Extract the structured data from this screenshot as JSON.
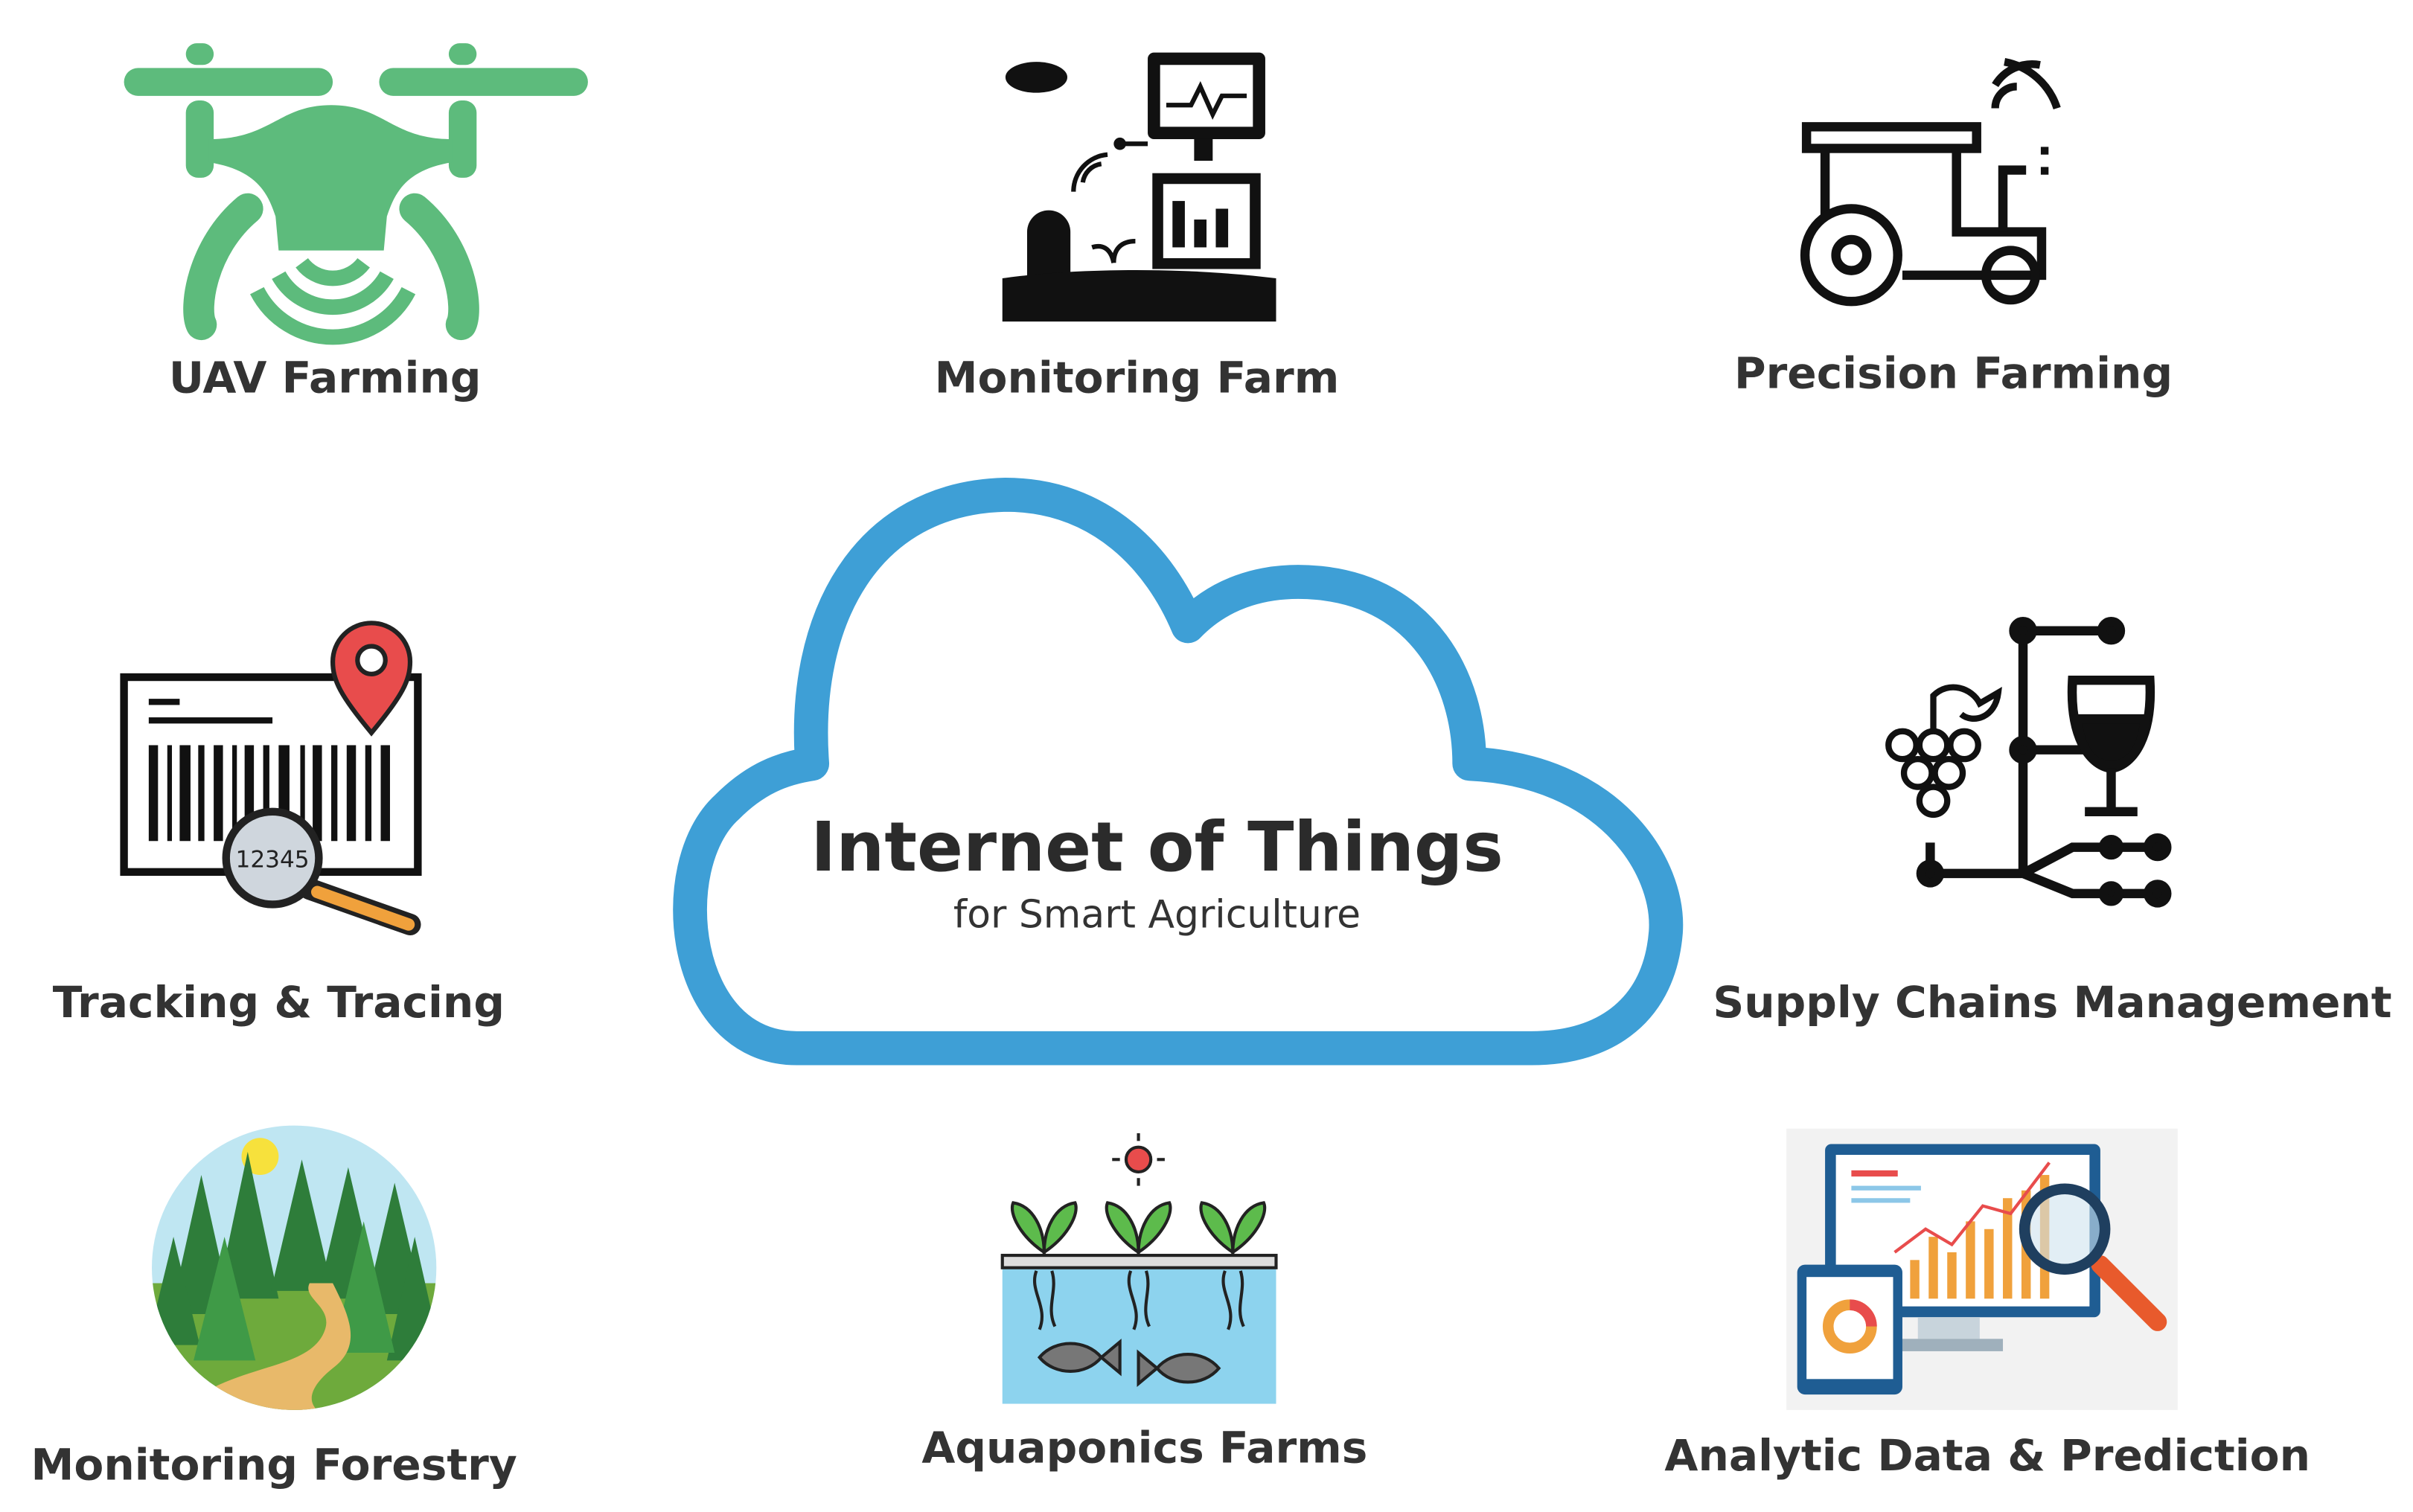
{
  "center": {
    "title": "Internet of Things",
    "subtitle": "for Smart Agriculture",
    "cloud_color": "#3e9fd6"
  },
  "items": [
    {
      "label": "UAV Farming",
      "icon": "drone-icon",
      "color": "#5dbb7c"
    },
    {
      "label": "Monitoring Farm",
      "icon": "farm-monitor-icon"
    },
    {
      "label": "Precision Farming",
      "icon": "smart-tractor-icon"
    },
    {
      "label": "Tracking & Tracing",
      "icon": "barcode-location-icon",
      "code": "12345"
    },
    {
      "label": "Supply Chains Management",
      "icon": "grape-wine-chain-icon"
    },
    {
      "label": "Monitoring Forestry",
      "icon": "forest-icon"
    },
    {
      "label": "Aquaponics Farms",
      "icon": "aquaponics-icon"
    },
    {
      "label": "Analytic Data & Prediction",
      "icon": "analytics-icon"
    }
  ]
}
